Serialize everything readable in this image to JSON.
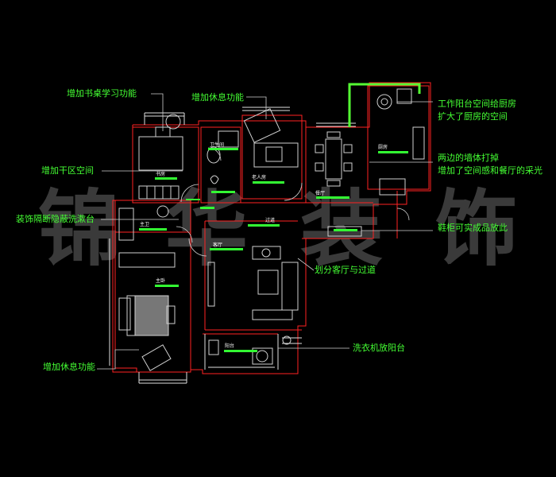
{
  "watermark": {
    "characters": [
      "锦",
      "华",
      "装",
      "饰"
    ],
    "color": "#6a6a6a"
  },
  "annotations": [
    {
      "text": "增加书桌学习功能"
    },
    {
      "text": "增加休息功能"
    },
    {
      "text": "工作阳台空间给厨房"
    },
    {
      "text": "扩大了厨房的空间"
    },
    {
      "text": "增加干区空间"
    },
    {
      "text": "两边的墙体打掉"
    },
    {
      "text": "增加了空间感和餐厅的采光"
    },
    {
      "text": "装饰隔断隐蔽洗漱台"
    },
    {
      "text": "鞋柜可实成品放此"
    },
    {
      "text": "划分客厅与过道"
    },
    {
      "text": "洗衣机放阳台"
    },
    {
      "text": "增加休息功能"
    }
  ],
  "room_labels": [
    {
      "text": "书房"
    },
    {
      "text": "卫生间"
    },
    {
      "text": "主卫"
    },
    {
      "text": "老人房"
    },
    {
      "text": "餐厅"
    },
    {
      "text": "厨房"
    },
    {
      "text": "过道"
    },
    {
      "text": "主卧"
    },
    {
      "text": "客厅"
    },
    {
      "text": "阳台"
    }
  ],
  "colors": {
    "background": "#000000",
    "annotation": "#44ff33",
    "wall_outline": "#ff2222",
    "furniture": "#cfcfcf",
    "room_label": "#ffffff"
  }
}
